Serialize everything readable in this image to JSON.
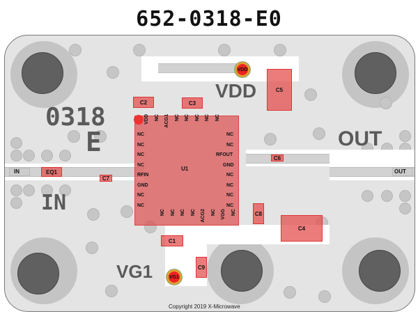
{
  "title": "652-0318-E0",
  "silkscreen": {
    "part_number": "0318",
    "revision": "E",
    "in_label": "IN",
    "out_label": "OUT",
    "vdd_label": "VDD",
    "vg1_label": "VG1"
  },
  "ports": {
    "in": "IN",
    "out": "OUT"
  },
  "test_points": {
    "vdd": "VDD",
    "vg1": "VG1"
  },
  "components": {
    "eq1": "EQ1",
    "c1": "C1",
    "c2": "C2",
    "c3": "C3",
    "c4": "C4",
    "c5": "C5",
    "c6": "C6",
    "c7": "C7",
    "c8": "C8",
    "c9": "C9",
    "u1": "U1"
  },
  "ic_pins": {
    "top": [
      "VDD",
      "NC",
      "ACG1",
      "NC",
      "NC",
      "NC",
      "NC",
      "NC"
    ],
    "bottom": [
      "NC",
      "NC",
      "NC",
      "NC",
      "ACG2",
      "NC",
      "VGG",
      "NC"
    ],
    "left": [
      "NC",
      "NC",
      "NC",
      "NC",
      "RFIN",
      "GND",
      "NC",
      "NC"
    ],
    "right": [
      "NC",
      "NC",
      "RFOUT",
      "GND",
      "NC",
      "NC",
      "NC",
      "NC"
    ]
  },
  "colors": {
    "component_fill": "#e65050",
    "board": "#e4e4e4",
    "testpoint_ring": "#e0a030"
  },
  "copyright": "Copyright 2019 X-Microwave"
}
